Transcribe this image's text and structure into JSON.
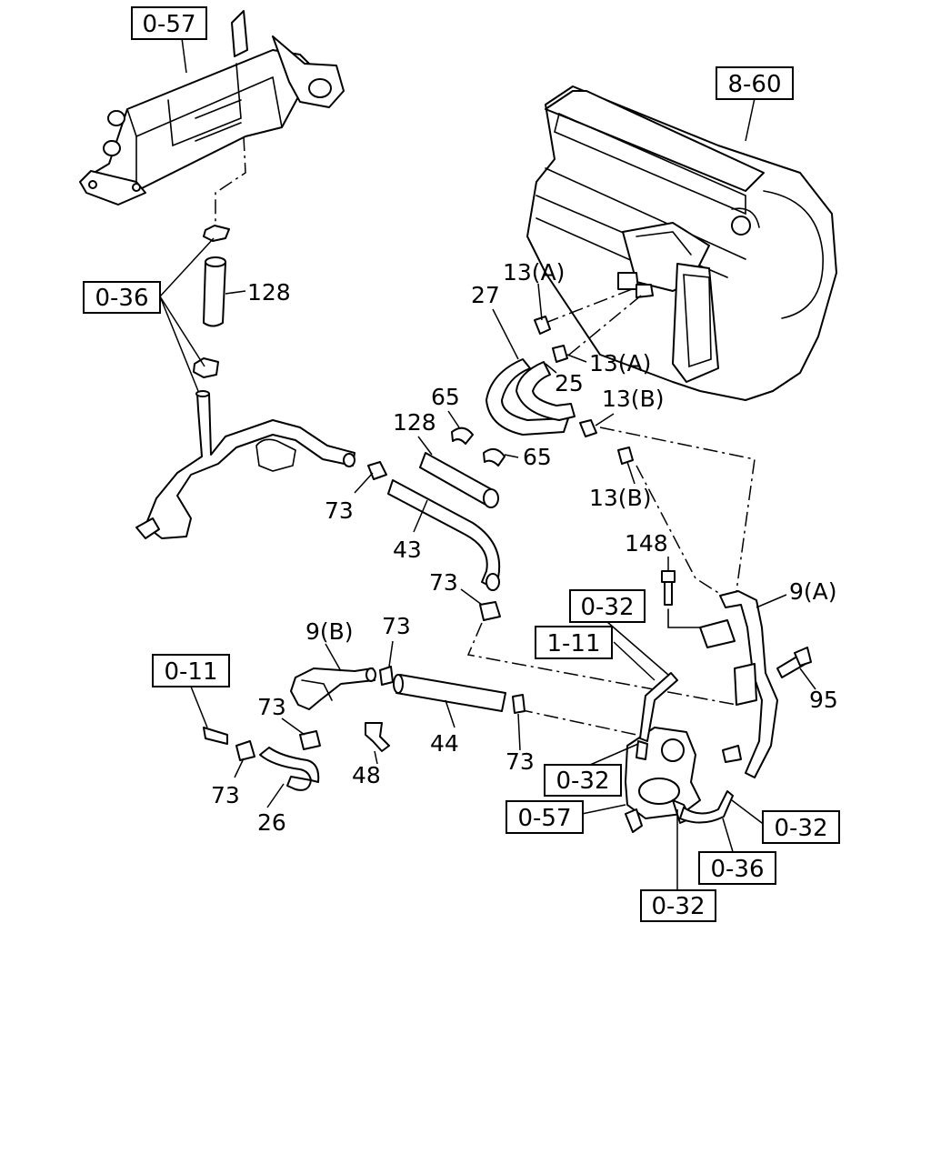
{
  "boxed_refs": {
    "r057_top": "0-57",
    "r860": "8-60",
    "r036_left": "0-36",
    "r032_a": "0-32",
    "r111": "1-11",
    "r011": "0-11",
    "r032_b": "0-32",
    "r057_bottom": "0-57",
    "r032_c": "0-32",
    "r036_bottom": "0-36",
    "r032_d": "0-32"
  },
  "labels": {
    "l128_top": "128",
    "l13a_1": "13(A)",
    "l27": "27",
    "l13a_2": "13(A)",
    "l25": "25",
    "l65_1": "65",
    "l128_mid": "128",
    "l13b_1": "13(B)",
    "l65_2": "65",
    "l13b_2": "13(B)",
    "l73_1": "73",
    "l43": "43",
    "l148": "148",
    "l9a": "9(A)",
    "l73_2": "73",
    "l9b": "9(B)",
    "l73_3": "73",
    "l95": "95",
    "l73_4": "73",
    "l44": "44",
    "l73_5": "73",
    "l48": "48",
    "l73_6": "73",
    "l26": "26"
  }
}
